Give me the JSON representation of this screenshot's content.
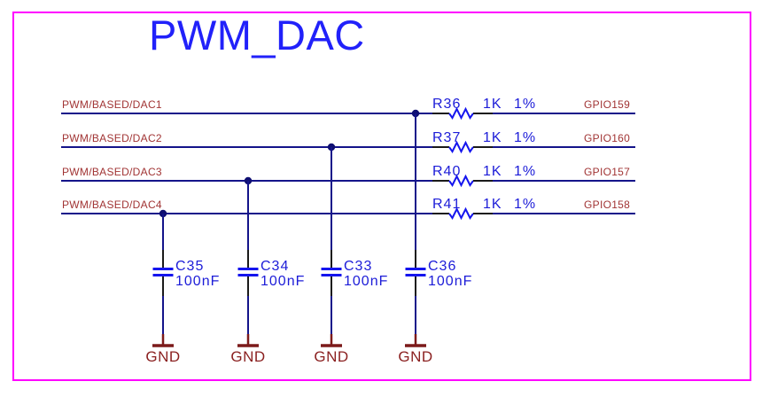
{
  "title": "PWM_DAC",
  "colors": {
    "sheet_border": "#FF00FF",
    "title_text": "#2121FA",
    "wire": "#14148A",
    "component_symbol": "#1515EE",
    "component_text": "#1C1CD8",
    "net_label_text": "#A13434",
    "ground_symbol": "#7C1A1A",
    "pin": "#1A1A1A"
  },
  "rows": [
    {
      "net": "PWM/BASED/DAC1",
      "ref": "R36",
      "value": "1K",
      "tolerance": "1%",
      "gpio": "GPIO159"
    },
    {
      "net": "PWM/BASED/DAC2",
      "ref": "R37",
      "value": "1K",
      "tolerance": "1%",
      "gpio": "GPIO160"
    },
    {
      "net": "PWM/BASED/DAC3",
      "ref": "R40",
      "value": "1K",
      "tolerance": "1%",
      "gpio": "GPIO157"
    },
    {
      "net": "PWM/BASED/DAC4",
      "ref": "R41",
      "value": "1K",
      "tolerance": "1%",
      "gpio": "GPIO158"
    }
  ],
  "capacitors": [
    {
      "ref": "C35",
      "value": "100nF",
      "ground": "GND"
    },
    {
      "ref": "C34",
      "value": "100nF",
      "ground": "GND"
    },
    {
      "ref": "C33",
      "value": "100nF",
      "ground": "GND"
    },
    {
      "ref": "C36",
      "value": "100nF",
      "ground": "GND"
    }
  ]
}
